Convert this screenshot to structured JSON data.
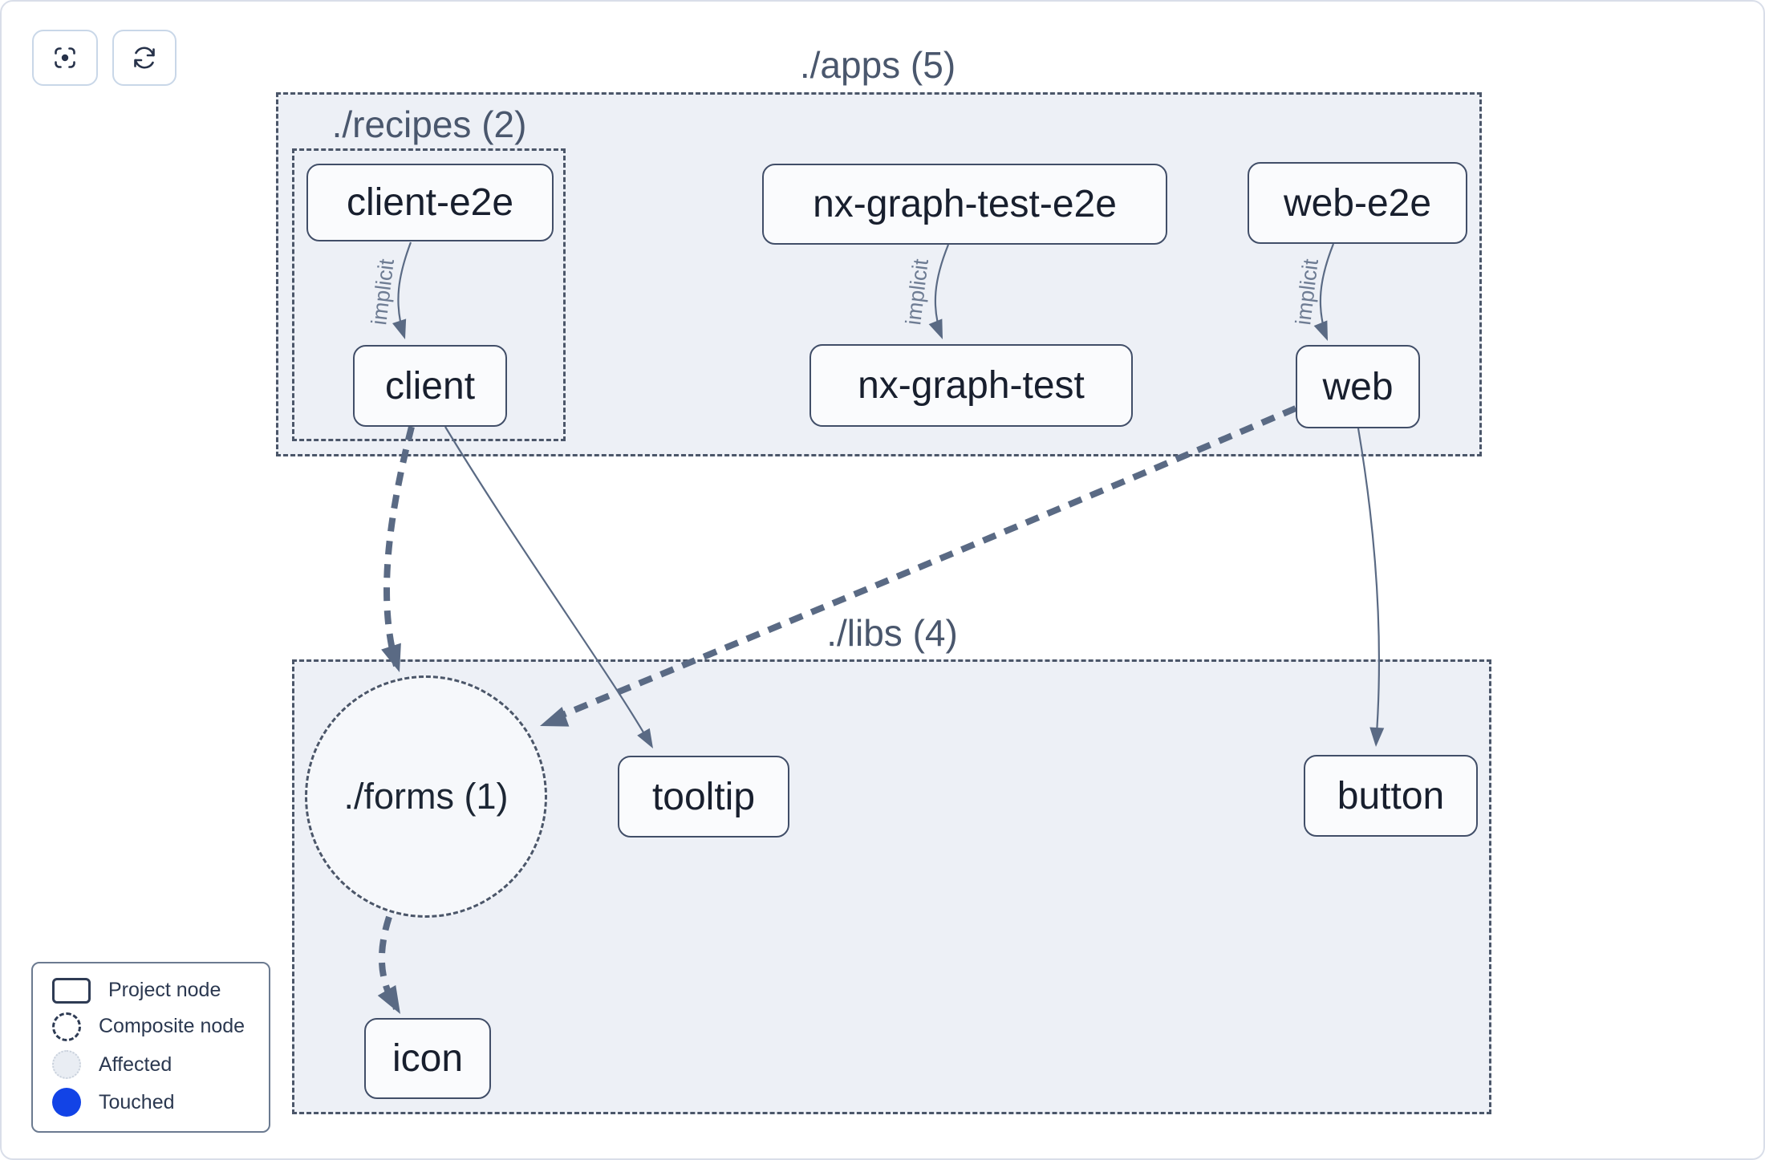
{
  "toolbar": {
    "buttons": [
      {
        "id": "focus",
        "icon": "focus-crosshair-icon"
      },
      {
        "id": "refresh",
        "icon": "refresh-icon"
      }
    ]
  },
  "groups": [
    {
      "id": "apps",
      "label": "./apps (5)"
    },
    {
      "id": "recipes",
      "label": "./recipes (2)"
    },
    {
      "id": "libs",
      "label": "./libs (4)"
    }
  ],
  "composite_nodes": [
    {
      "id": "forms",
      "label": "./forms (1)"
    }
  ],
  "nodes": [
    {
      "id": "client-e2e",
      "label": "client-e2e"
    },
    {
      "id": "nx-graph-test-e2e",
      "label": "nx-graph-test-e2e"
    },
    {
      "id": "web-e2e",
      "label": "web-e2e"
    },
    {
      "id": "client",
      "label": "client"
    },
    {
      "id": "nx-graph-test",
      "label": "nx-graph-test"
    },
    {
      "id": "web",
      "label": "web"
    },
    {
      "id": "tooltip",
      "label": "tooltip"
    },
    {
      "id": "button",
      "label": "button"
    },
    {
      "id": "icon",
      "label": "icon"
    }
  ],
  "edges": [
    {
      "from": "client-e2e",
      "to": "client",
      "label": "implicit",
      "style": "thin-solid"
    },
    {
      "from": "nx-graph-test-e2e",
      "to": "nx-graph-test",
      "label": "implicit",
      "style": "thin-solid"
    },
    {
      "from": "web-e2e",
      "to": "web",
      "label": "implicit",
      "style": "thin-solid"
    },
    {
      "from": "client",
      "to": "./forms (1)",
      "label": "",
      "style": "thick-dashed"
    },
    {
      "from": "web",
      "to": "./forms (1)",
      "label": "",
      "style": "thick-dashed"
    },
    {
      "from": "./forms (1)",
      "to": "icon",
      "label": "",
      "style": "thick-dashed"
    },
    {
      "from": "client",
      "to": "tooltip",
      "label": "",
      "style": "thin-solid"
    },
    {
      "from": "web",
      "to": "button",
      "label": "",
      "style": "thin-solid"
    }
  ],
  "legend": {
    "items": [
      {
        "label": "Project node",
        "swatch": "project-node-swatch"
      },
      {
        "label": "Composite node",
        "swatch": "composite-node-swatch"
      },
      {
        "label": "Affected",
        "swatch": "affected-swatch"
      },
      {
        "label": "Touched",
        "swatch": "touched-swatch"
      }
    ]
  },
  "colors": {
    "touched_blue": "#1243e6",
    "group_fill": "#edf0f6",
    "node_fill": "#fafbfd",
    "node_border": "#414e68",
    "edge": "#5a6a84",
    "dashed_border": "#4b5669",
    "card_border": "#d9dee9"
  }
}
